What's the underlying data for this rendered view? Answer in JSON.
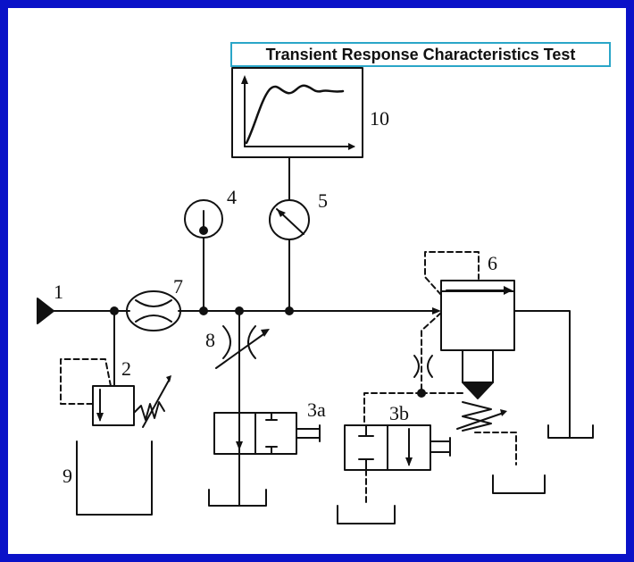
{
  "title": "Transient Response Characteristics Test",
  "labels": {
    "l1": "1",
    "l2": "2",
    "l3a": "3a",
    "l3b": "3b",
    "l4": "4",
    "l5": "5",
    "l6": "6",
    "l7": "7",
    "l8": "8",
    "l9": "9",
    "l10": "10"
  },
  "colors": {
    "frame": "#0a12c8",
    "title_border": "#2aa6c8",
    "ink": "#111111"
  }
}
